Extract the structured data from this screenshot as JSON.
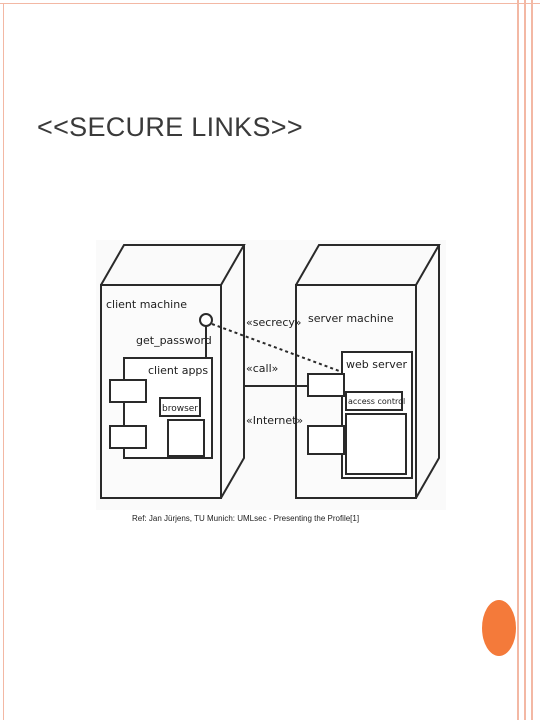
{
  "slide": {
    "title": "<<SECURE LINKS>>",
    "caption": "Ref: Jan Jürjens, TU Munich: UMLsec - Presenting the Profile[1]"
  },
  "diagram": {
    "client_node": "client machine",
    "get_password": "get_password",
    "client_apps": "client apps",
    "browser": "browser",
    "server_node": "server machine",
    "web_server": "web server",
    "access_control": "access control",
    "secrecy": "«secrecy»",
    "call": "«call»",
    "internet": "«Internet»"
  },
  "colors": {
    "frame": "#f3b8a4",
    "accent": "#f47a3a"
  }
}
